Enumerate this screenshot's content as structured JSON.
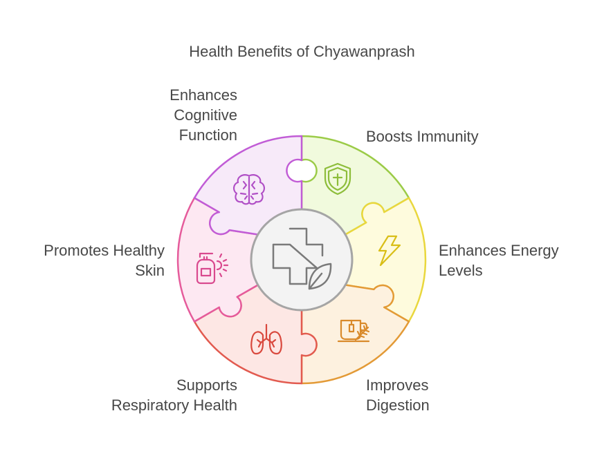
{
  "title": "Health Benefits of Chyawanprash",
  "segments": [
    {
      "id": "immunity",
      "label_lines": [
        "Boosts Immunity"
      ],
      "icon": "shield-cross-icon",
      "fill": "#f1fadd",
      "stroke": "#9bcb47"
    },
    {
      "id": "energy",
      "label_lines": [
        "Enhances Energy",
        "Levels"
      ],
      "icon": "lightning-icon",
      "fill": "#fefbdd",
      "stroke": "#e9d73d"
    },
    {
      "id": "digestion",
      "label_lines": [
        "Improves",
        "Digestion"
      ],
      "icon": "teacup-herb-icon",
      "fill": "#fdf1df",
      "stroke": "#e39a36"
    },
    {
      "id": "respiratory",
      "label_lines": [
        "Supports",
        "Respiratory Health"
      ],
      "icon": "lungs-icon",
      "fill": "#fde7e4",
      "stroke": "#e25a4f"
    },
    {
      "id": "skin",
      "label_lines": [
        "Promotes Healthy",
        "Skin"
      ],
      "icon": "lotion-sun-icon",
      "fill": "#fde8f2",
      "stroke": "#e55b9b"
    },
    {
      "id": "cognitive",
      "label_lines": [
        "Enhances",
        "Cognitive",
        "Function"
      ],
      "icon": "brain-icon",
      "fill": "#f7eaf9",
      "stroke": "#c15cd6"
    }
  ],
  "center_icon": "medical-cross-leaf-icon",
  "center_fill": "#f3f3f3",
  "center_stroke": "#a5a5a5"
}
